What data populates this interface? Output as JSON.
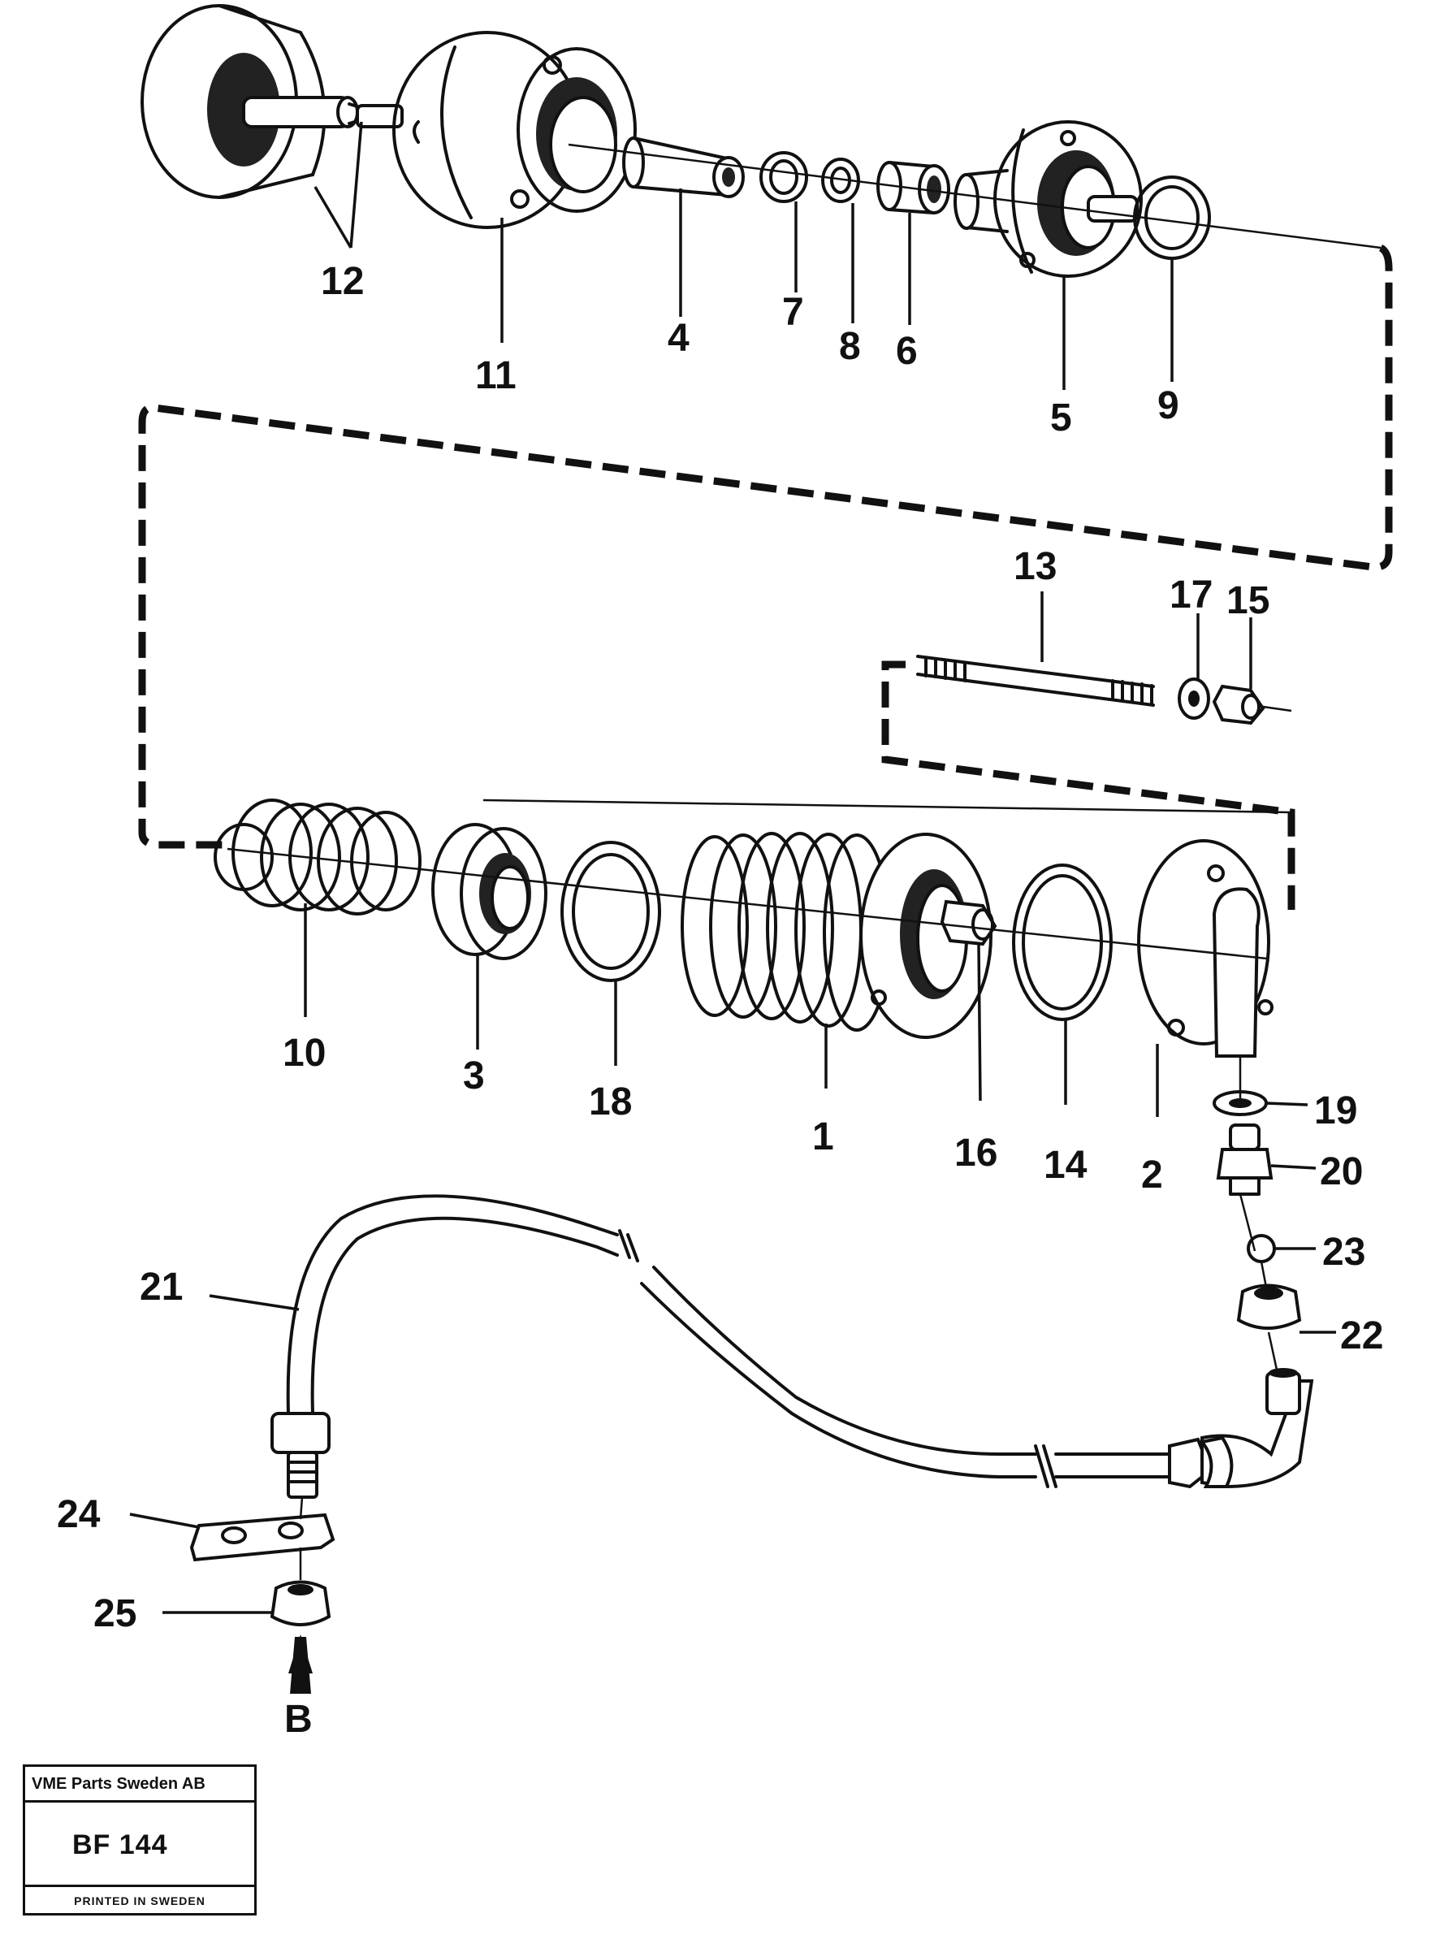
{
  "callouts": {
    "c1": "1",
    "c2": "2",
    "c3": "3",
    "c4": "4",
    "c5": "5",
    "c6": "6",
    "c7": "7",
    "c8": "8",
    "c9": "9",
    "c10": "10",
    "c11": "11",
    "c12": "12",
    "c13": "13",
    "c14": "14",
    "c15": "15",
    "c16": "16",
    "c17": "17",
    "c18": "18",
    "c19": "19",
    "c20": "20",
    "c21": "21",
    "c22": "22",
    "c23": "23",
    "c24": "24",
    "c25": "25",
    "cB": "B"
  },
  "stamp": {
    "company": "VME Parts Sweden AB",
    "code": "BF 144",
    "printed": "PRINTED IN SWEDEN"
  }
}
